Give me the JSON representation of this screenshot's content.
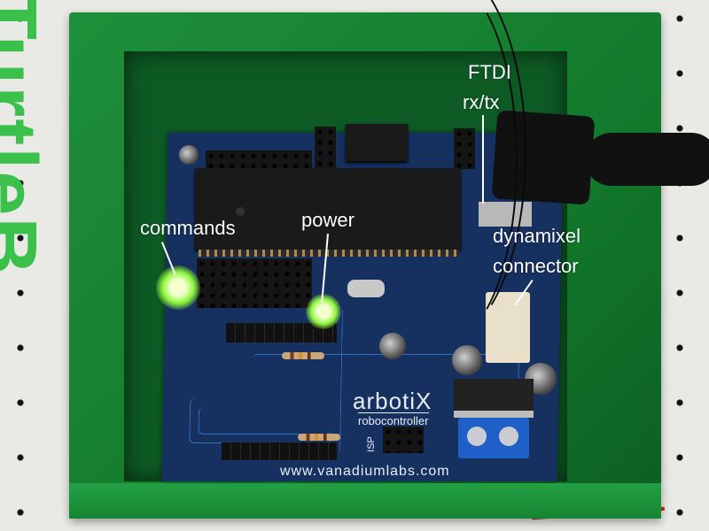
{
  "background_logo": "TurtleB",
  "annotations": {
    "ftdi_line1": "FTDI",
    "ftdi_line2": "rx/tx",
    "commands": "commands",
    "power": "power",
    "dynamixel_line1": "dynamixel",
    "dynamixel_line2": "connector"
  },
  "board": {
    "brand": "arbotiX",
    "subtitle": "robocontroller",
    "website": "www.vanadiumlabs.com",
    "isp_label": "ISP"
  },
  "colors": {
    "enclosure": "#158533",
    "pcb": "#16305f",
    "led": "#8cf53a"
  }
}
